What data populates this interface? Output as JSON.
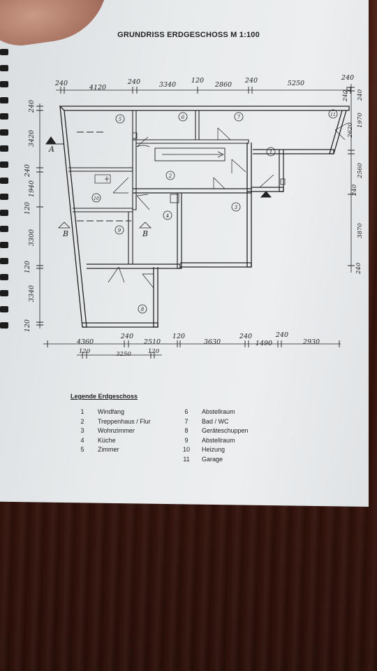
{
  "document": {
    "title": "GRUNDRISS ERDGESCHOSS M 1:100"
  },
  "plan": {
    "room_numbers": [
      "1",
      "2",
      "3",
      "4",
      "5",
      "6",
      "7",
      "8",
      "9",
      "10",
      "11"
    ],
    "section_marks": [
      "A",
      "B",
      "B"
    ],
    "dims_top": [
      "240",
      "4120",
      "240",
      "3340",
      "120",
      "2860",
      "240",
      "5250",
      "240"
    ],
    "dims_bottom": [
      "4360",
      "240",
      "2510",
      "120",
      "3630",
      "240",
      "1490",
      "240",
      "2930"
    ],
    "dims_bottom_sub": [
      "120",
      "3250",
      "120"
    ],
    "dims_left": [
      "240",
      "3420",
      "240",
      "1940",
      "120",
      "3300",
      "120",
      "3340",
      "120"
    ],
    "dims_right": [
      "240",
      "240",
      "1970",
      "2620",
      "2560",
      "240",
      "3870",
      "240"
    ]
  },
  "legend": {
    "title": "Legende Erdgeschoss",
    "left": [
      {
        "num": "1",
        "name": "Windfang"
      },
      {
        "num": "2",
        "name": "Treppenhaus / Flur"
      },
      {
        "num": "3",
        "name": "Wohnzimmer"
      },
      {
        "num": "4",
        "name": "Küche"
      },
      {
        "num": "5",
        "name": "Zimmer"
      }
    ],
    "right": [
      {
        "num": "6",
        "name": "Abstellraum"
      },
      {
        "num": "7",
        "name": "Bad / WC"
      },
      {
        "num": "8",
        "name": "Geräteschuppen"
      },
      {
        "num": "9",
        "name": "Abstellraum"
      },
      {
        "num": "10",
        "name": "Heizung"
      },
      {
        "num": "11",
        "name": "Garage"
      }
    ]
  }
}
